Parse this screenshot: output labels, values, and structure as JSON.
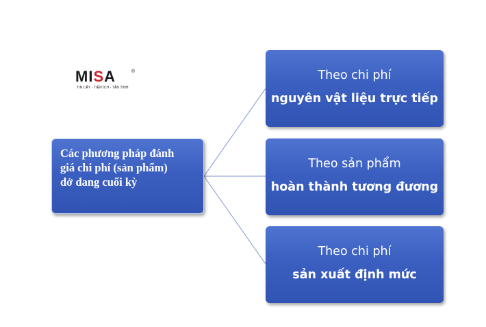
{
  "logo": {
    "word_pre": "MI",
    "word_accent": "S",
    "word_post": "A",
    "registered": "®",
    "tagline": "TIN CẬY - TIỆN ÍCH - TẬN TÌNH"
  },
  "root": {
    "lines": [
      "Các phương pháp đánh",
      "giá chi phí (sản phẩm)",
      "dở dang cuối kỳ"
    ]
  },
  "leaves": [
    {
      "line1": "Theo chi phí",
      "line2": "nguyên vật liệu trực tiếp"
    },
    {
      "line1": "Theo sản phẩm",
      "line2": "hoàn thành tương đương"
    },
    {
      "line1": "Theo chi phí",
      "line2": "sản xuất định mức"
    }
  ],
  "colors": {
    "box_fill": "#3b5fc0",
    "connector": "#7f95d0",
    "logo_accent": "#d0202a"
  }
}
